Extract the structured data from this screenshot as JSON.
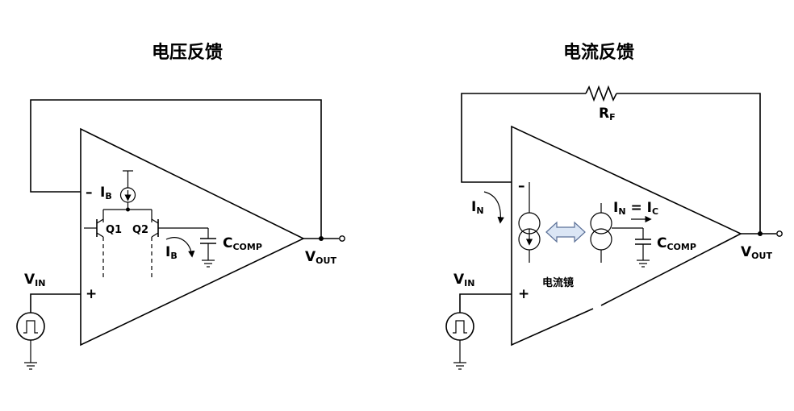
{
  "left": {
    "title": "电压反馈",
    "minus_sign": "–",
    "plus_sign": "+",
    "ib_top": {
      "main": "I",
      "sub": "B"
    },
    "ib_right": {
      "main": "I",
      "sub": "B"
    },
    "q1_label": "Q1",
    "q2_label": "Q2",
    "ccomp": {
      "main": "C",
      "sub": "COMP"
    },
    "vout": {
      "main": "V",
      "sub": "OUT"
    },
    "vin": {
      "main": "V",
      "sub": "IN"
    }
  },
  "right": {
    "title": "电流反馈",
    "minus_sign": "–",
    "plus_sign": "+",
    "rf": {
      "main": "R",
      "sub": "F"
    },
    "in_label": {
      "main": "I",
      "sub": "N"
    },
    "in_eq_ic": {
      "a_main": "I",
      "a_sub": "N",
      "eq": " = ",
      "b_main": "I",
      "b_sub": "C"
    },
    "ccomp": {
      "main": "C",
      "sub": "COMP"
    },
    "vout": {
      "main": "V",
      "sub": "OUT"
    },
    "vin": {
      "main": "V",
      "sub": "IN"
    },
    "mirror_label": "电流镜"
  },
  "colors": {
    "mirror_arrow_fill": "#dbe6f5",
    "mirror_arrow_stroke": "#5a6f96"
  }
}
